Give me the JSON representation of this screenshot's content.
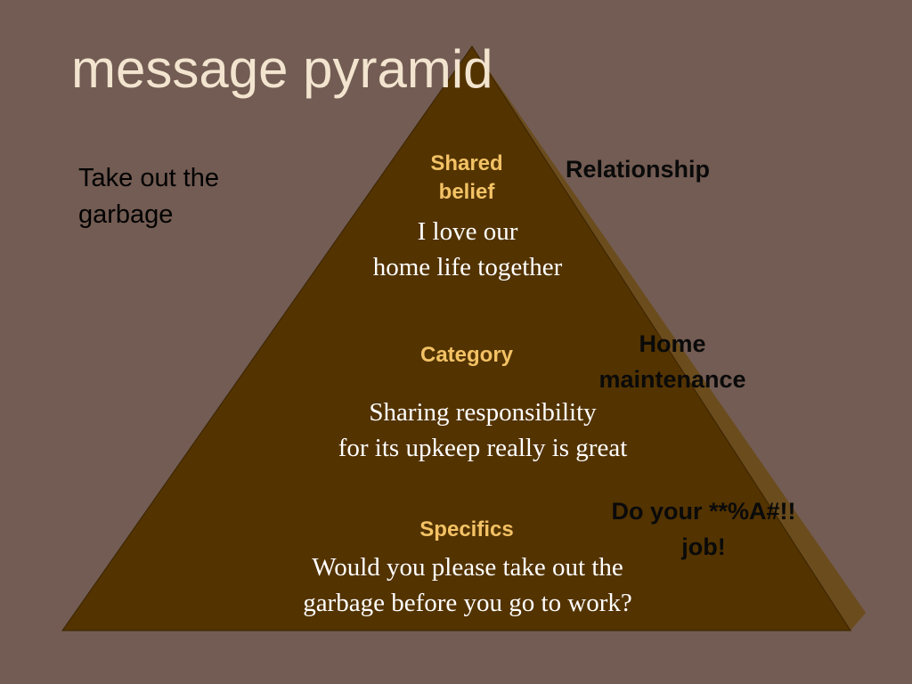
{
  "title": "message pyramid",
  "side_note": {
    "line1": "Take out the",
    "line2": "garbage"
  },
  "levels": [
    {
      "label_lines": [
        "Shared",
        "belief"
      ],
      "text_lines": [
        "I love our",
        "home life together"
      ],
      "side_lines": [
        "Relationship"
      ]
    },
    {
      "label_lines": [
        "Category"
      ],
      "text_lines": [
        "Sharing responsibility",
        "for its upkeep really is great"
      ],
      "side_lines": [
        "Home",
        "maintenance"
      ]
    },
    {
      "label_lines": [
        "Specifics"
      ],
      "text_lines": [
        "Would you please take out the",
        "garbage before you go to work?"
      ],
      "side_lines": [
        "Do your **%A#!!",
        "job!"
      ]
    }
  ],
  "colors": {
    "background": "#735c53",
    "pyramid_face": "#533300",
    "pyramid_side": "#6b4c1d",
    "pyramid_edge": "#3a2400",
    "label_color": "#f3c265",
    "title_color": "#f2e4cf"
  }
}
